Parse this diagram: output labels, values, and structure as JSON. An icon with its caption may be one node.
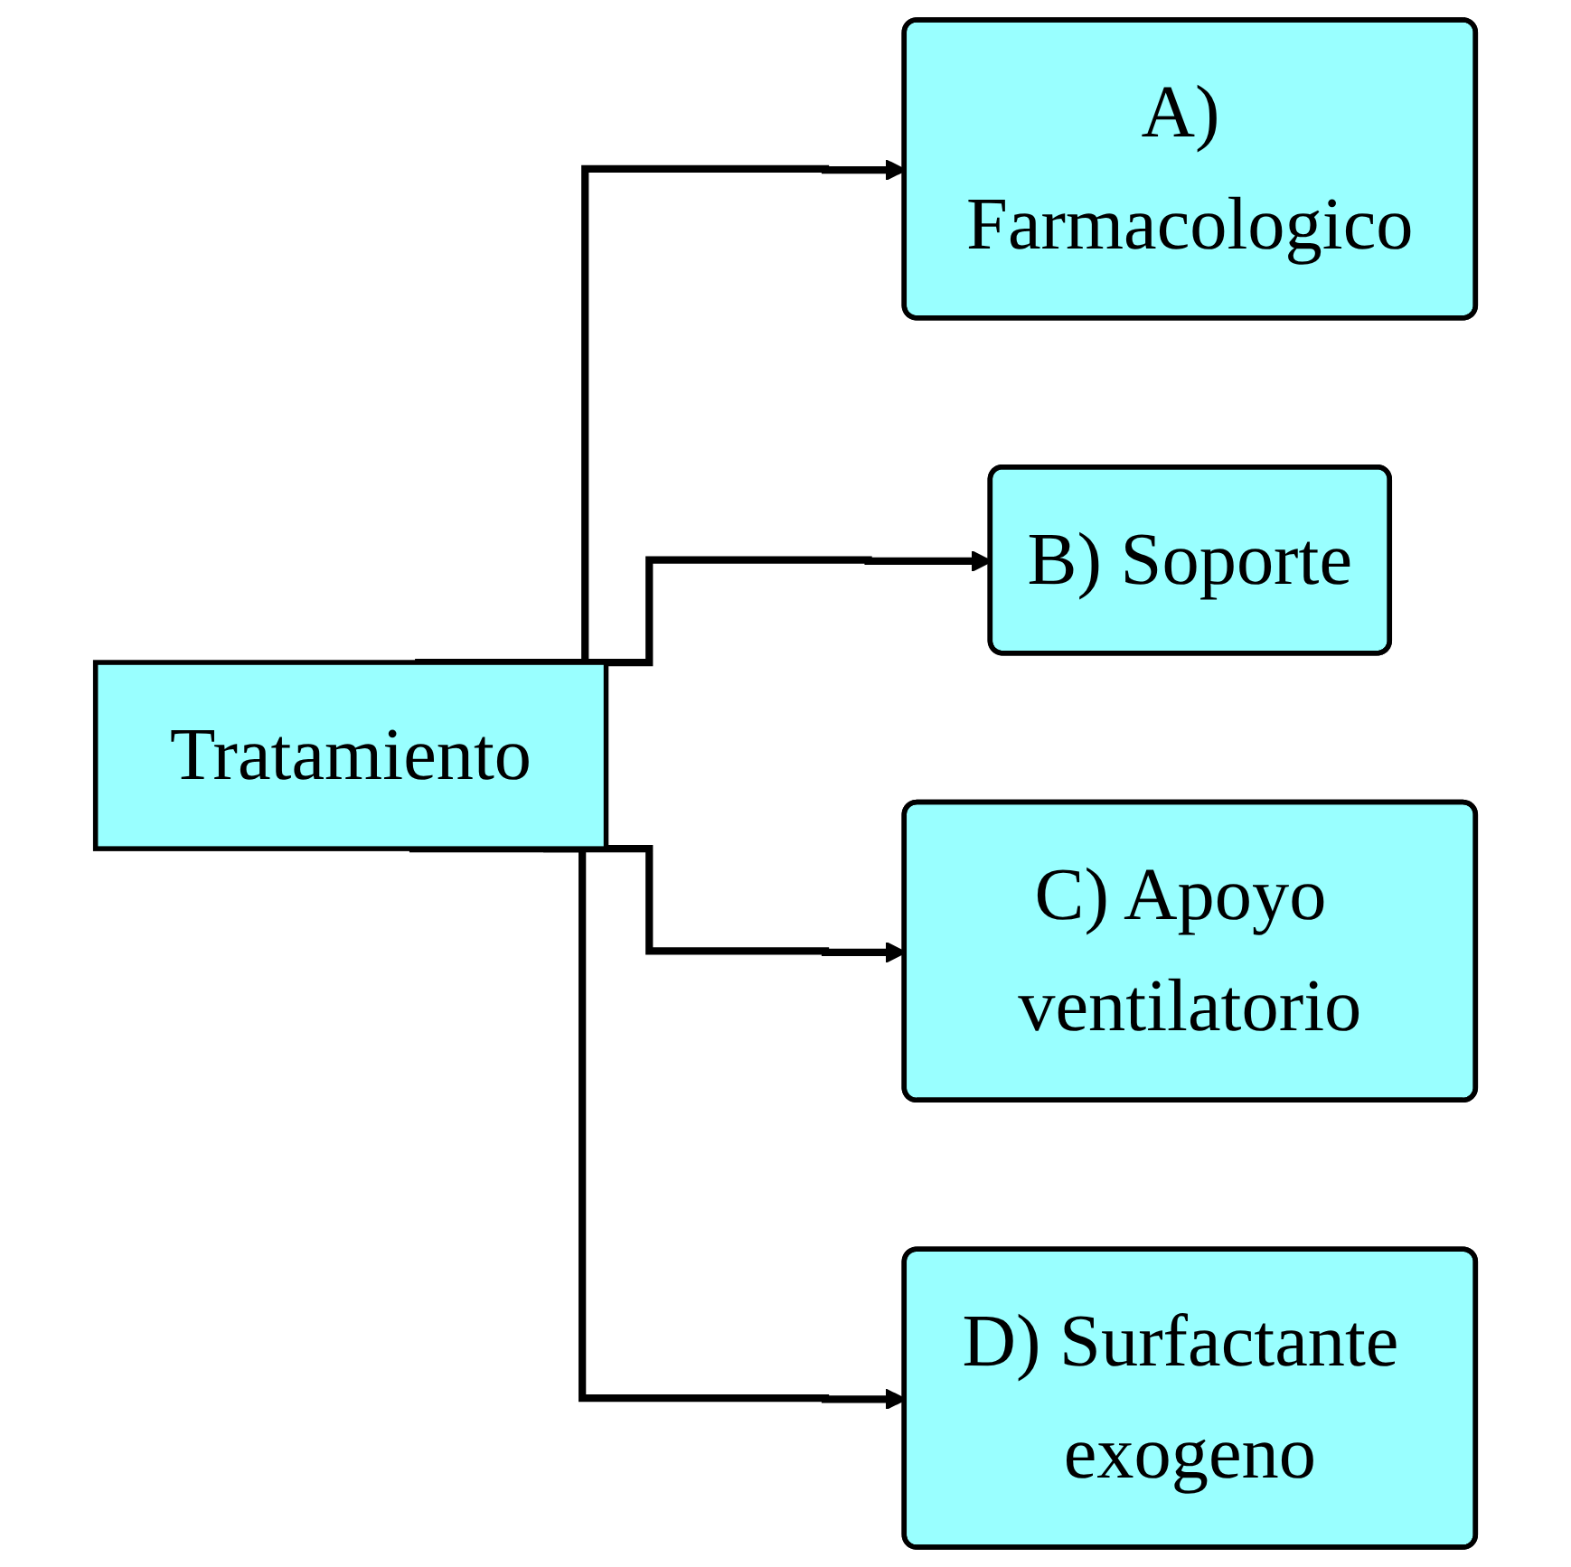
{
  "diagram": {
    "nodes": [
      {
        "text": [
          "Tratamiento"
        ]
      },
      {
        "text": [
          "A) Farmacologico"
        ]
      },
      {
        "text": [
          "B) Soporte"
        ]
      },
      {
        "text": [
          "C) Apoyo ventilatorio"
        ]
      },
      {
        "text": [
          "D) Surfactante exogeno"
        ]
      }
    ],
    "edges": [
      {
        "from": 0,
        "to": 1,
        "arrow": "to"
      },
      {
        "from": 0,
        "to": 2,
        "arrow": "to"
      },
      {
        "from": 0,
        "to": 3,
        "arrow": "to"
      },
      {
        "from": 0,
        "to": 4,
        "arrow": "to"
      }
    ]
  }
}
